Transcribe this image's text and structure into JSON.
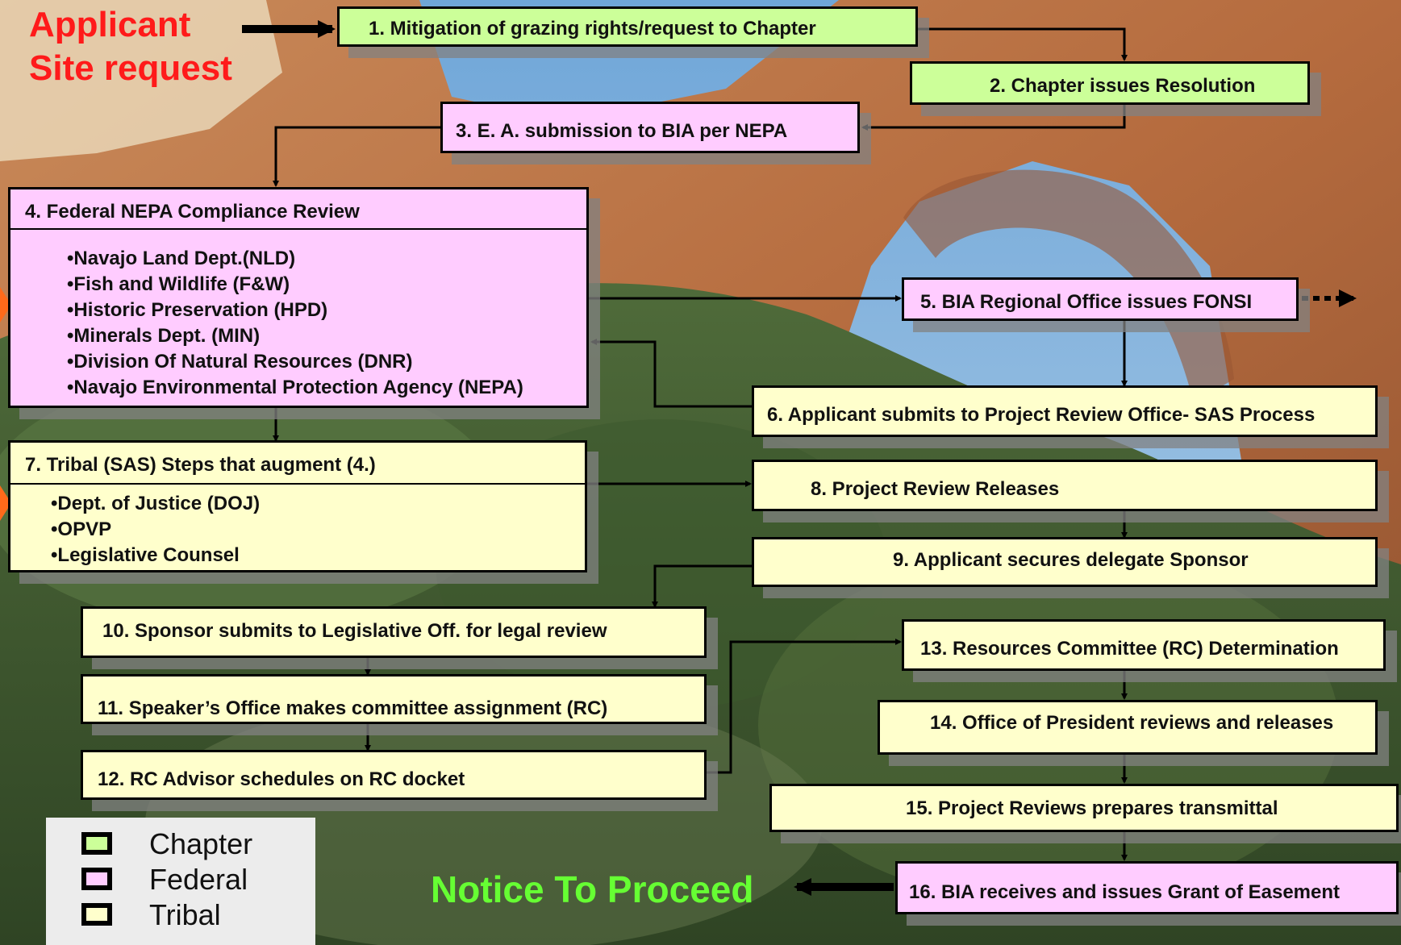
{
  "colors": {
    "chapter": "#ccff99",
    "federal": "#ffccff",
    "tribal": "#ffffcc",
    "title_red": "#ff1a1a",
    "notice_green": "#66ff33"
  },
  "title": {
    "line1": "Applicant",
    "line2": "Site request"
  },
  "steps": {
    "s1": "1. Mitigation of grazing rights/request to Chapter",
    "s2": "2. Chapter issues Resolution",
    "s3": "3. E. A. submission to BIA per NEPA",
    "s4": {
      "title": "4. Federal NEPA Compliance Review",
      "items": [
        "•Navajo Land Dept.(NLD)",
        "•Fish and Wildlife (F&W)",
        "•Historic Preservation (HPD)",
        "•Minerals Dept. (MIN)",
        "•Division Of Natural Resources (DNR)",
        "•Navajo Environmental Protection Agency (NEPA)"
      ]
    },
    "s5": "5. BIA Regional Office issues FONSI",
    "s6": "6. Applicant submits to Project Review Office- SAS Process",
    "s7": {
      "title": "7. Tribal  (SAS) Steps that augment (4.)",
      "items": [
        "•Dept. of Justice (DOJ)",
        "•OPVP",
        "•Legislative Counsel"
      ]
    },
    "s8": "8. Project Review Releases",
    "s9": "9. Applicant secures delegate Sponsor",
    "s10": "10. Sponsor submits to Legislative Off. for legal review",
    "s11": "11. Speaker’s Office makes committee assignment (RC)",
    "s12": "12. RC Advisor schedules on RC docket",
    "s13": "13. Resources Committee (RC) Determination",
    "s14": "14. Office of President reviews and releases",
    "s15": "15. Project Reviews prepares transmittal",
    "s16": "16. BIA receives and issues Grant of Easement"
  },
  "notice": "Notice To Proceed",
  "legend": [
    "Chapter",
    "Federal",
    "Tribal"
  ]
}
